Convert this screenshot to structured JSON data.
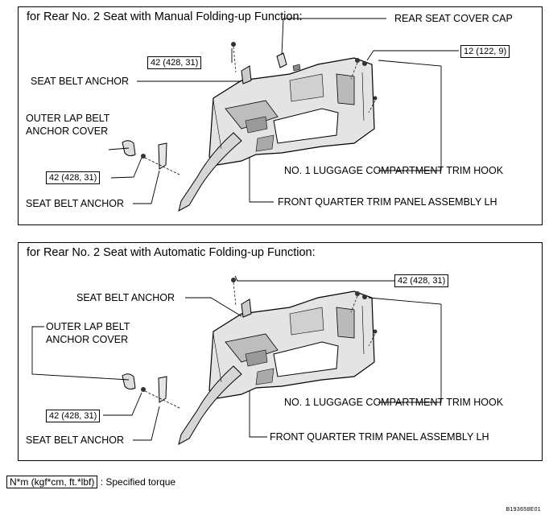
{
  "top_panel": {
    "title": "for Rear No. 2 Seat with Manual Folding-up Function:",
    "labels": {
      "rear_seat_cover_cap": "REAR SEAT COVER CAP",
      "seat_belt_anchor_upper": "SEAT BELT ANCHOR",
      "outer_lap_belt_cover_l1": "OUTER LAP BELT",
      "outer_lap_belt_cover_l2": "ANCHOR COVER",
      "seat_belt_anchor_lower": "SEAT BELT ANCHOR",
      "trim_hook": "NO. 1 LUGGAGE COMPARTMENT TRIM HOOK",
      "quarter_trim_panel": "FRONT QUARTER TRIM PANEL ASSEMBLY LH"
    },
    "torques": {
      "upper_anchor": "42 (428, 31)",
      "trim_hook_bolt": "12 (122, 9)",
      "lower_anchor": "42 (428, 31)"
    }
  },
  "bottom_panel": {
    "title": "for Rear No. 2 Seat with Automatic Folding-up Function:",
    "labels": {
      "seat_belt_anchor_upper": "SEAT BELT ANCHOR",
      "outer_lap_belt_cover_l1": "OUTER LAP BELT",
      "outer_lap_belt_cover_l2": "ANCHOR COVER",
      "seat_belt_anchor_lower": "SEAT BELT ANCHOR",
      "trim_hook": "NO. 1 LUGGAGE COMPARTMENT TRIM HOOK",
      "quarter_trim_panel": "FRONT QUARTER TRIM PANEL ASSEMBLY LH"
    },
    "torques": {
      "upper_anchor": "42 (428, 31)",
      "lower_anchor": "42 (428, 31)"
    }
  },
  "legend": {
    "unit": "N*m (kgf*cm, ft.*lbf)",
    "description": ": Specified torque"
  },
  "figure_code": "B193658E01"
}
